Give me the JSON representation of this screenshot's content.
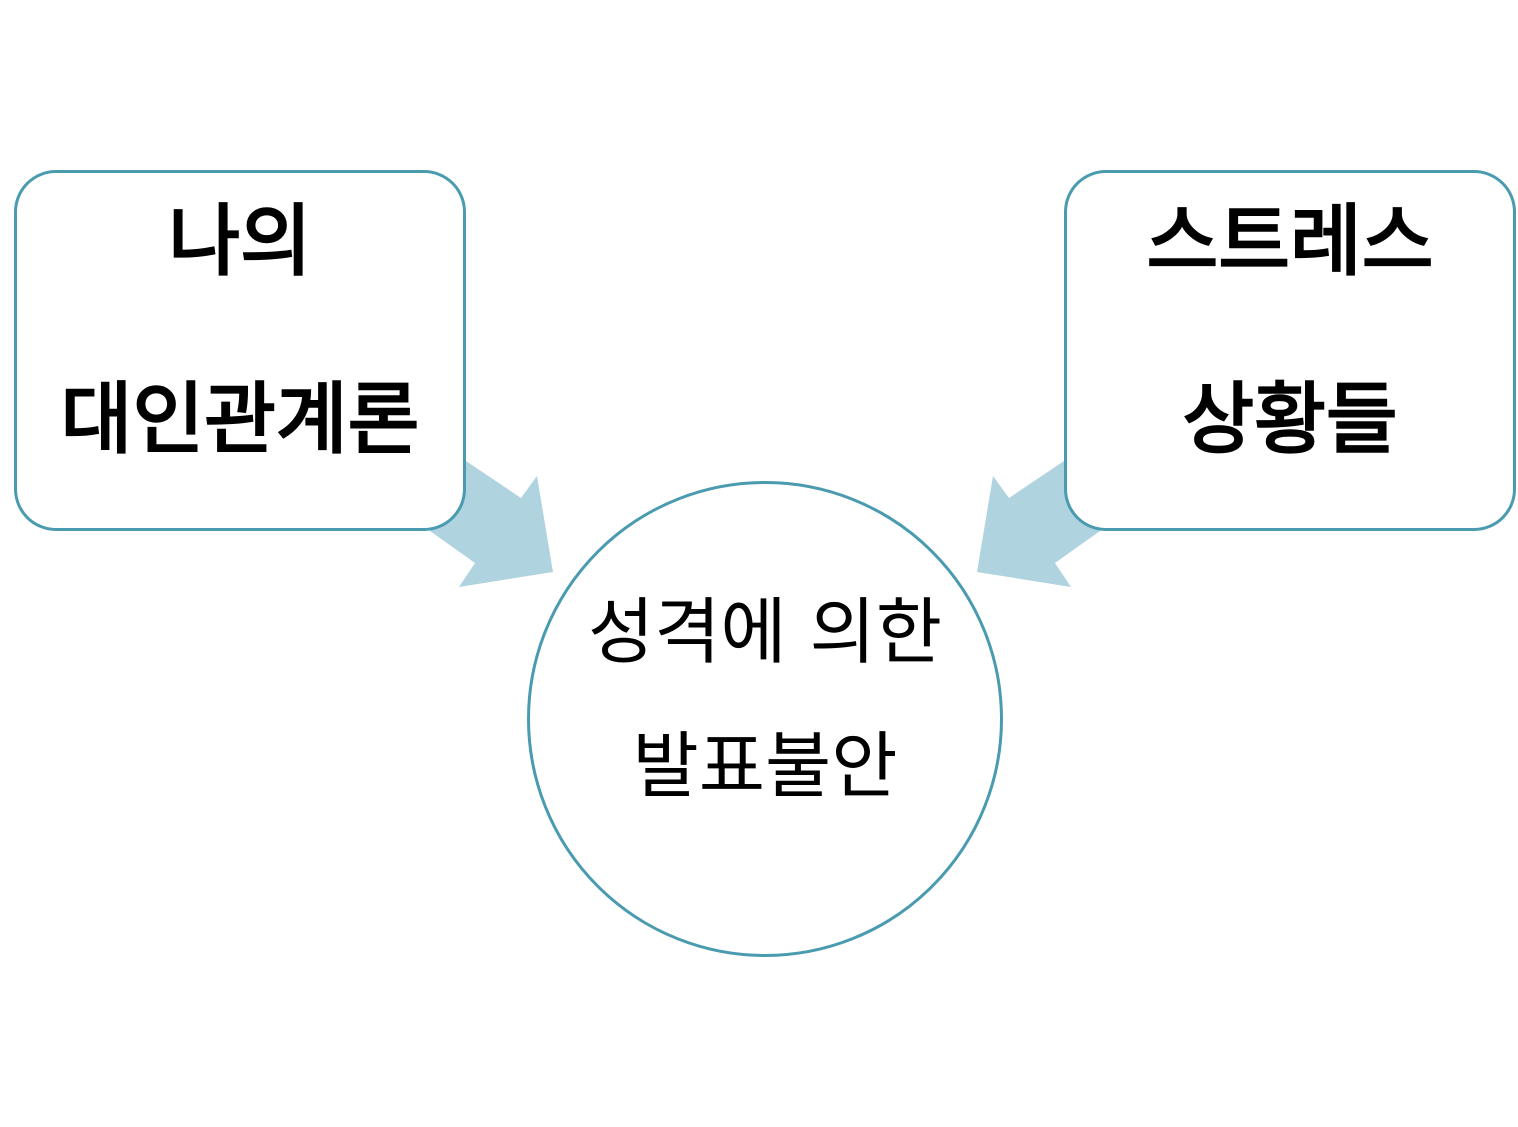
{
  "colors": {
    "node_border": "#4a9bb0",
    "arrow_fill": "#b0d3e0",
    "text": "#000000",
    "background": "#ffffff"
  },
  "left_node": {
    "line1": "나의",
    "line2": "대인관계론"
  },
  "right_node": {
    "line1": "스트레스",
    "line2": "상황들"
  },
  "center_node": {
    "line1": "성격에 의한",
    "line2": "발표불안"
  }
}
